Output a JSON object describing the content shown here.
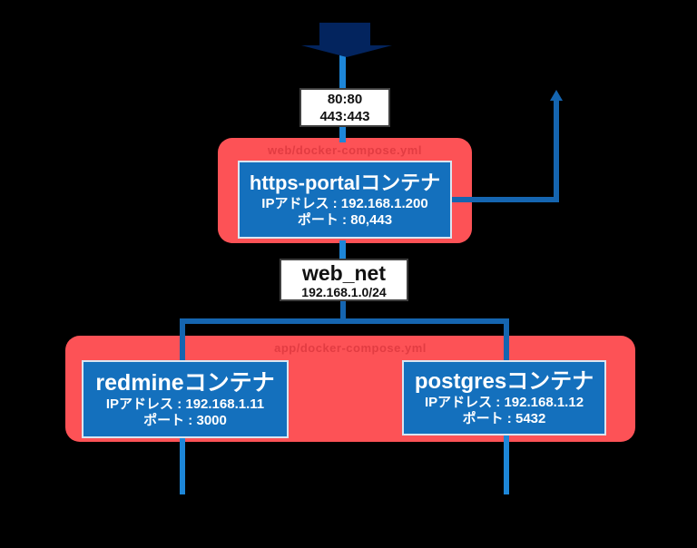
{
  "flow": {
    "port_mapping_line1": "80:80",
    "port_mapping_line2": "443:443"
  },
  "network": {
    "name": "web_net",
    "subnet": "192.168.1.0/24"
  },
  "groups": {
    "web": {
      "label": "web/docker-compose.yml"
    },
    "app": {
      "label": "app/docker-compose.yml"
    }
  },
  "containers": {
    "https_portal": {
      "title": "https-portalコンテナ",
      "ip": "IPアドレス : 192.168.1.200",
      "port": "ポート : 80,443"
    },
    "redmine": {
      "title": "redmineコンテナ",
      "ip": "IPアドレス :  192.168.1.11",
      "port": "ポート : 3000"
    },
    "postgres": {
      "title": "postgresコンテナ",
      "ip": "IPアドレス : 192.168.1.12",
      "port": "ポート : 5432"
    }
  },
  "icons": {
    "inbound_arrow": "block-arrow-down",
    "host_arrowhead": "arrow-up"
  },
  "colors": {
    "background": "#000000",
    "group_fill": "#fd5256",
    "group_label_text": "#e23c42",
    "container_fill": "#1470bd",
    "container_border": "#d9e5f1",
    "container_text": "#ffffff",
    "label_box_fill": "#ffffff",
    "label_box_border": "#3f3f3f",
    "label_box_text": "#111111",
    "line_bright": "#1d86d8",
    "line_dark": "#1565b0",
    "block_arrow": "#03245e"
  }
}
